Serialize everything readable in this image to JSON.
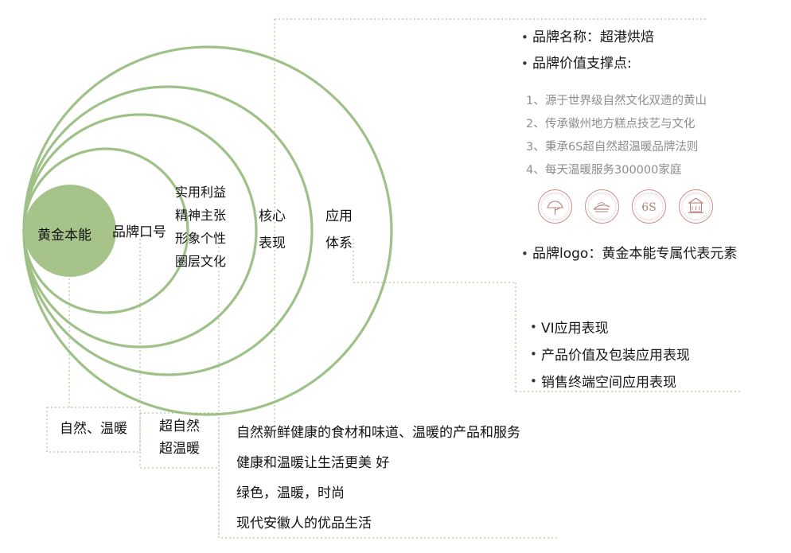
{
  "diagram": {
    "title": "品牌架构同心圆图",
    "accent_green": "#9ec188",
    "fill_green": "#a6c48a",
    "badge_color": "#c8908c",
    "muted_text": "#8d8d8d"
  },
  "circles": {
    "core": {
      "label": "黄金本能"
    },
    "rings": [
      {
        "name": "ring-slogan",
        "label": "品牌口号"
      },
      {
        "name": "ring-values",
        "lines": [
          "实用利益",
          "精神主张",
          "形象个性",
          "圈层文化"
        ]
      },
      {
        "name": "ring-core-expression",
        "lines": [
          "核心",
          "表现"
        ]
      },
      {
        "name": "ring-application-system",
        "lines": [
          "应用",
          "体系"
        ]
      }
    ]
  },
  "bottom_boxes": [
    {
      "name": "box-natural-warm",
      "lines": [
        "自然、温暖"
      ]
    },
    {
      "name": "box-super-natural-warm",
      "lines": [
        "超自然",
        "超温暖"
      ]
    }
  ],
  "bottom_statements": [
    "自然新鲜健康的食材和味道、温暖的产品和服务",
    "健康和温暖让生活更美 好",
    "绿色，温暖，时尚",
    "现代安徽人的优品生活"
  ],
  "right_panel": {
    "bullets": [
      "品牌名称：超港烘焙",
      "品牌价值支撑点:"
    ],
    "numbered": [
      {
        "index": "1、",
        "text": "源于世界级自然文化双遗的黄山"
      },
      {
        "index": "2、",
        "text": "传承徽州地方糕点技艺与文化"
      },
      {
        "index": "3、",
        "text": "秉承6S超自然超温暖品牌法则"
      },
      {
        "index": "4、",
        "text": "每天温暖服务300000家庭"
      }
    ],
    "badges": [
      {
        "name": "badge-mountain-tree",
        "glyph": "",
        "kind": "emblem-tree"
      },
      {
        "name": "badge-pastry",
        "glyph": "",
        "kind": "emblem-pastry"
      },
      {
        "name": "badge-6s",
        "glyph": "6S",
        "kind": "emblem-text"
      },
      {
        "name": "badge-building",
        "glyph": "",
        "kind": "emblem-building"
      }
    ],
    "logo_bullet": "品牌logo：黄金本能专属代表元素",
    "applications": [
      "VI应用表现",
      "产品价值及包装应用表现",
      "销售终端空间应用表现"
    ]
  },
  "symbols": {
    "bullet": "•"
  }
}
